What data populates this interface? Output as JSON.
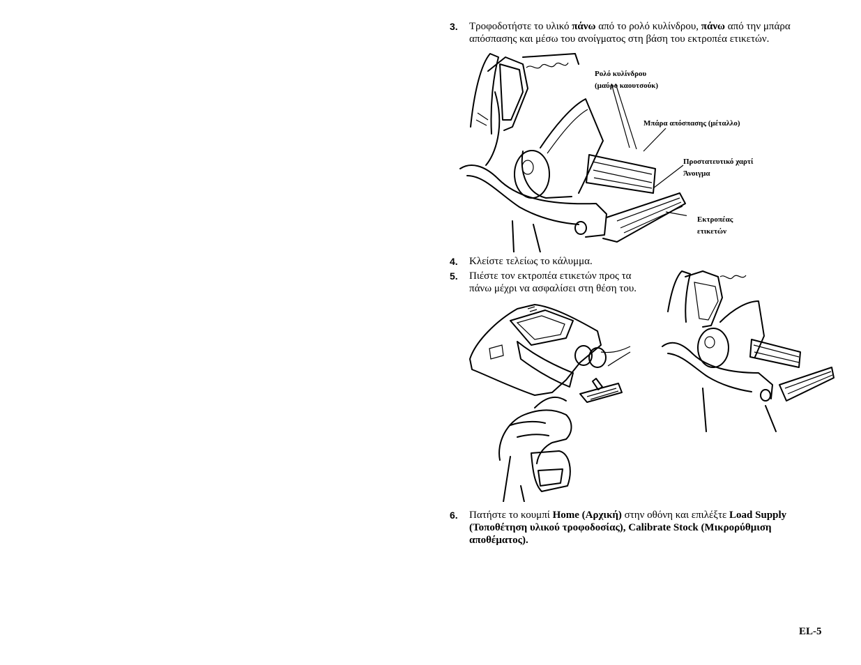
{
  "steps": [
    {
      "number": "3.",
      "line1_pre": "Τροφοδοτήστε το υλικό ",
      "line1_b1": "πάνω",
      "line1_mid": " από το ρολό κυλίνδρου, ",
      "line1_b2": "πάνω",
      "line1_post": " από την μπάρα",
      "line2": "απόσπασης και μέσω του ανοίγματος στη βάση του εκτροπέα ετικετών."
    },
    {
      "number": "4.",
      "text": "Κλείστε τελείως το κάλυμμα."
    },
    {
      "number": "5.",
      "line1": "Πιέστε τον εκτροπέα ετικετών προς τα",
      "line2": "πάνω μέχρι να ασφαλίσει στη θέση του."
    },
    {
      "number": "6.",
      "pre": "Πατήστε το κουμπί ",
      "b1": "Home (Αρχική)",
      "mid": " στην οθόνη και επιλέξτε ",
      "b2": "Load Supply",
      "line2": "(Τοποθέτηση υλικού τροφοδοσίας), Calibrate Stock (Μικρορύθμιση",
      "line3": "αποθέματος)."
    }
  ],
  "figure1_labels": {
    "platen_roller_1": "Ρολό κυλίνδρου",
    "platen_roller_2": "(μαύρο καουτσούκ)",
    "tear_bar": "Μπάρα απόσπασης (μέταλλο)",
    "liner": "Προστατευτικό χαρτί",
    "opening": "Άνοιγμα",
    "deflector_1": "Εκτροπέας",
    "deflector_2": "ετικετών"
  },
  "page_number": "EL-5"
}
